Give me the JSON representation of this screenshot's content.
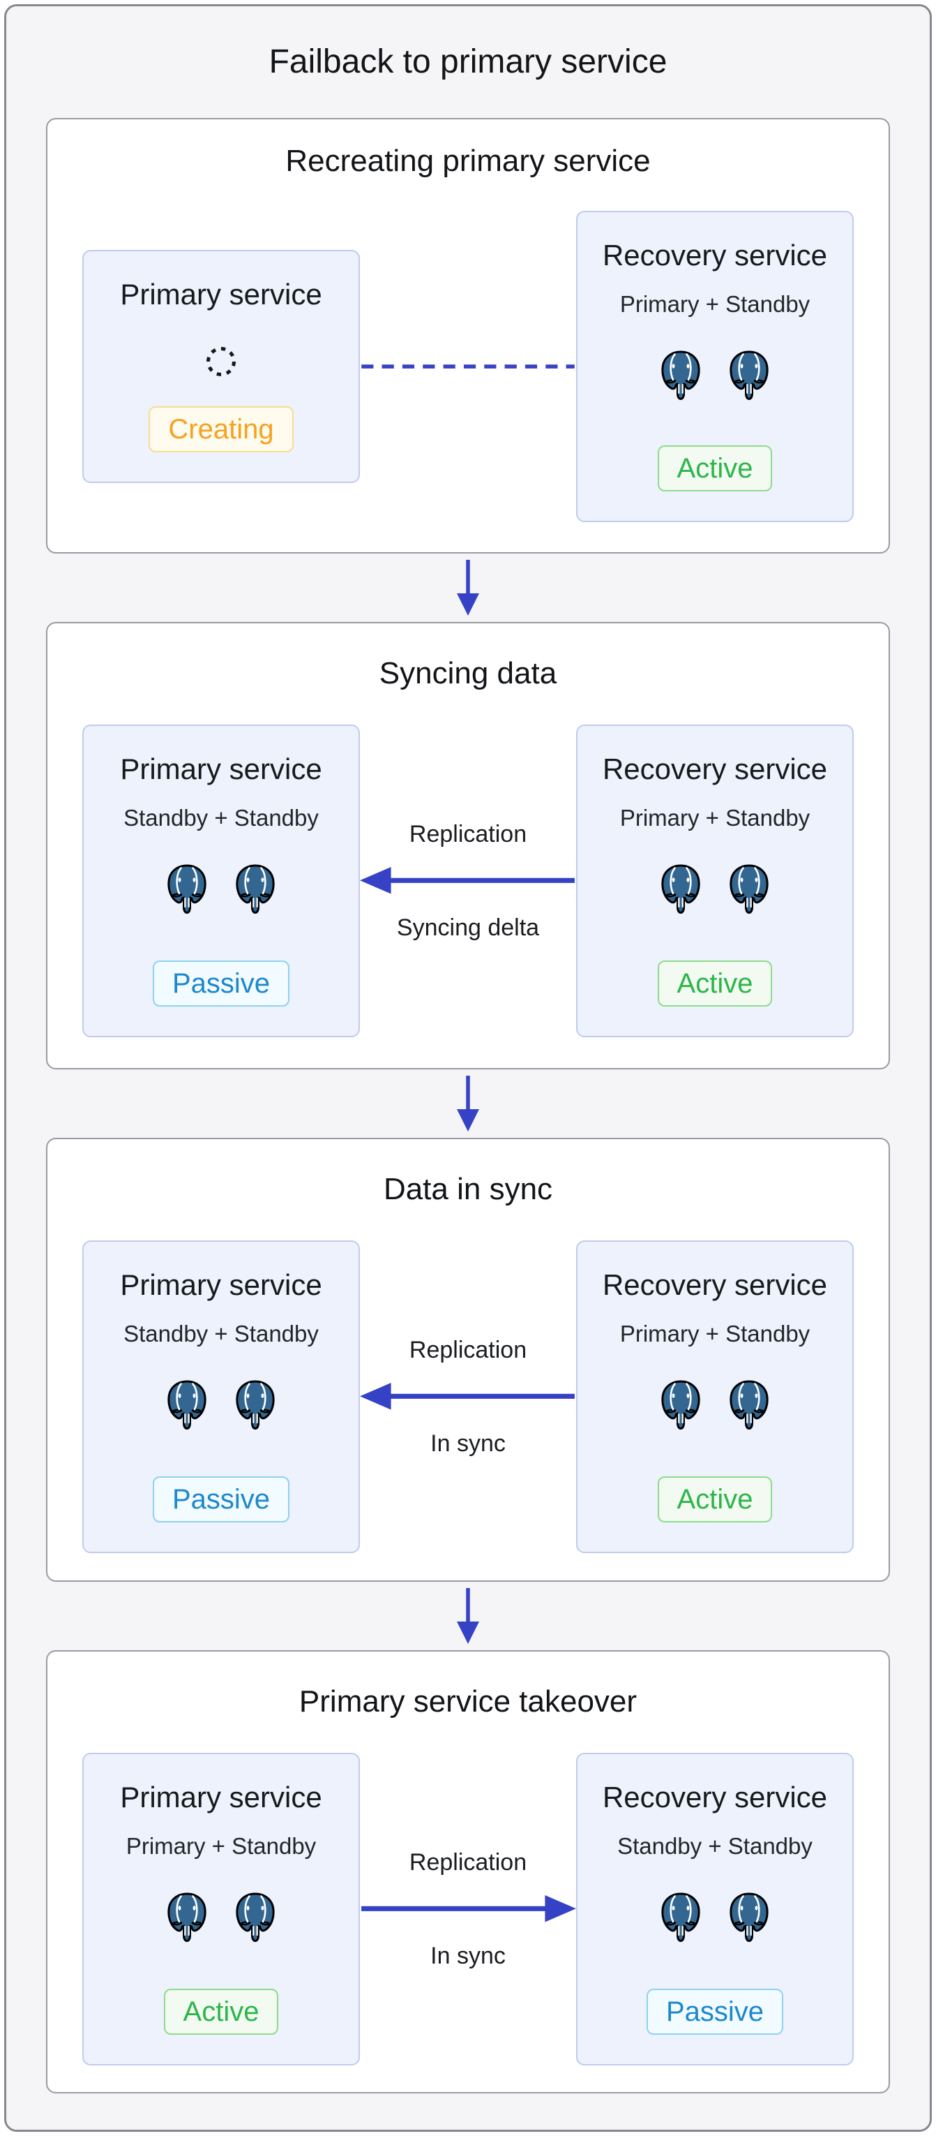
{
  "diagram": {
    "title": "Failback to primary service"
  },
  "colors": {
    "page_background": "#f5f5f7",
    "card_background": "#edf2fc",
    "arrow_blue": "#3642c5",
    "postgres_blue": "#336791",
    "status_creating_orange": "#f6a21e",
    "status_active_green": "#2cb64a",
    "status_passive_blue": "#1d88cc"
  },
  "icons": {
    "spinner": "loading-spinner",
    "database": "postgresql-elephant",
    "down_arrow": "down-arrow",
    "flow_arrow": "replication-arrow"
  },
  "sections": [
    {
      "title": "Recreating primary service",
      "primary_card": {
        "title": "Primary service",
        "status": "Creating"
      },
      "recovery_card": {
        "title": "Recovery service",
        "subtitle": "Primary + Standby",
        "status": "Active"
      },
      "connector": {
        "style": "dashed-line",
        "labels": []
      }
    },
    {
      "title": "Syncing data",
      "primary_card": {
        "title": "Primary service",
        "subtitle": "Standby + Standby",
        "status": "Passive"
      },
      "recovery_card": {
        "title": "Recovery service",
        "subtitle": "Primary + Standby",
        "status": "Active"
      },
      "connector": {
        "style": "arrow",
        "direction": "recovery-to-primary",
        "label_top": "Replication",
        "label_bottom": "Syncing delta"
      }
    },
    {
      "title": "Data in sync",
      "primary_card": {
        "title": "Primary service",
        "subtitle": "Standby + Standby",
        "status": "Passive"
      },
      "recovery_card": {
        "title": "Recovery service",
        "subtitle": "Primary + Standby",
        "status": "Active"
      },
      "connector": {
        "style": "arrow",
        "direction": "recovery-to-primary",
        "label_top": "Replication",
        "label_bottom": "In sync"
      }
    },
    {
      "title": "Primary service takeover",
      "primary_card": {
        "title": "Primary service",
        "subtitle": "Primary + Standby",
        "status": "Active"
      },
      "recovery_card": {
        "title": "Recovery service",
        "subtitle": "Standby + Standby",
        "status": "Passive"
      },
      "connector": {
        "style": "arrow",
        "direction": "primary-to-recovery",
        "label_top": "Replication",
        "label_bottom": "In sync"
      }
    }
  ]
}
